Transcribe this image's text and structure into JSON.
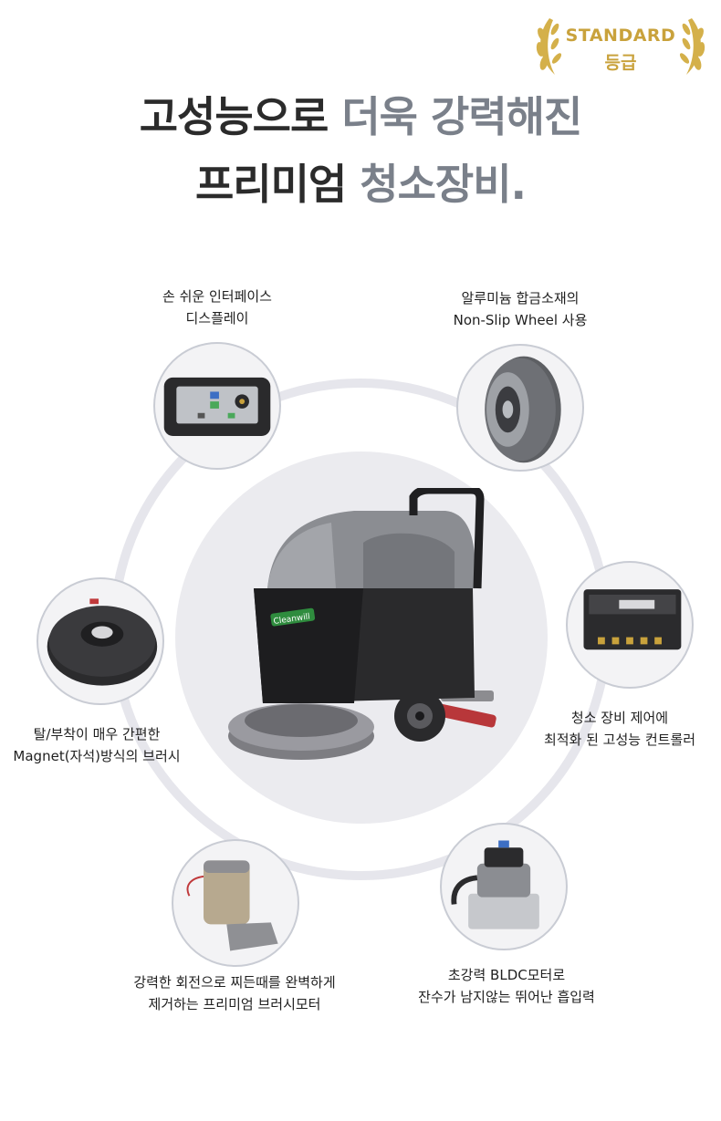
{
  "badge": {
    "line1": "STANDARD",
    "line2": "등급"
  },
  "headline": {
    "line1_dark": "고성능으로",
    "line1_grey": " 더욱 강력해진",
    "line2_dark": "프리미엄",
    "line2_grey": " 청소장비."
  },
  "features": {
    "display": {
      "line1": "손 쉬운 인터페이스",
      "line2": "디스플레이"
    },
    "wheel": {
      "line1": "알루미늄 합금소재의",
      "line2": "Non-Slip Wheel 사용"
    },
    "brush": {
      "line1": "탈/부착이 매우 간편한",
      "line2": "Magnet(자석)방식의 브러시"
    },
    "controller": {
      "line1": "청소 장비 제어에",
      "line2": "최적화 된 고성능 컨트롤러"
    },
    "brush_motor": {
      "line1": "강력한 회전으로 찌든때를 완벽하게",
      "line2": "제거하는 프리미엄 브러시모터"
    },
    "vacuum_motor": {
      "line1": "초강력 BLDC모터로",
      "line2": "잔수가 남지않는 뛰어난 흡입력"
    }
  },
  "colors": {
    "gold": "#c9a23c",
    "ring": "#e6e6ec",
    "headline_dark": "#2b2b2b",
    "headline_grey": "#7a808a"
  }
}
